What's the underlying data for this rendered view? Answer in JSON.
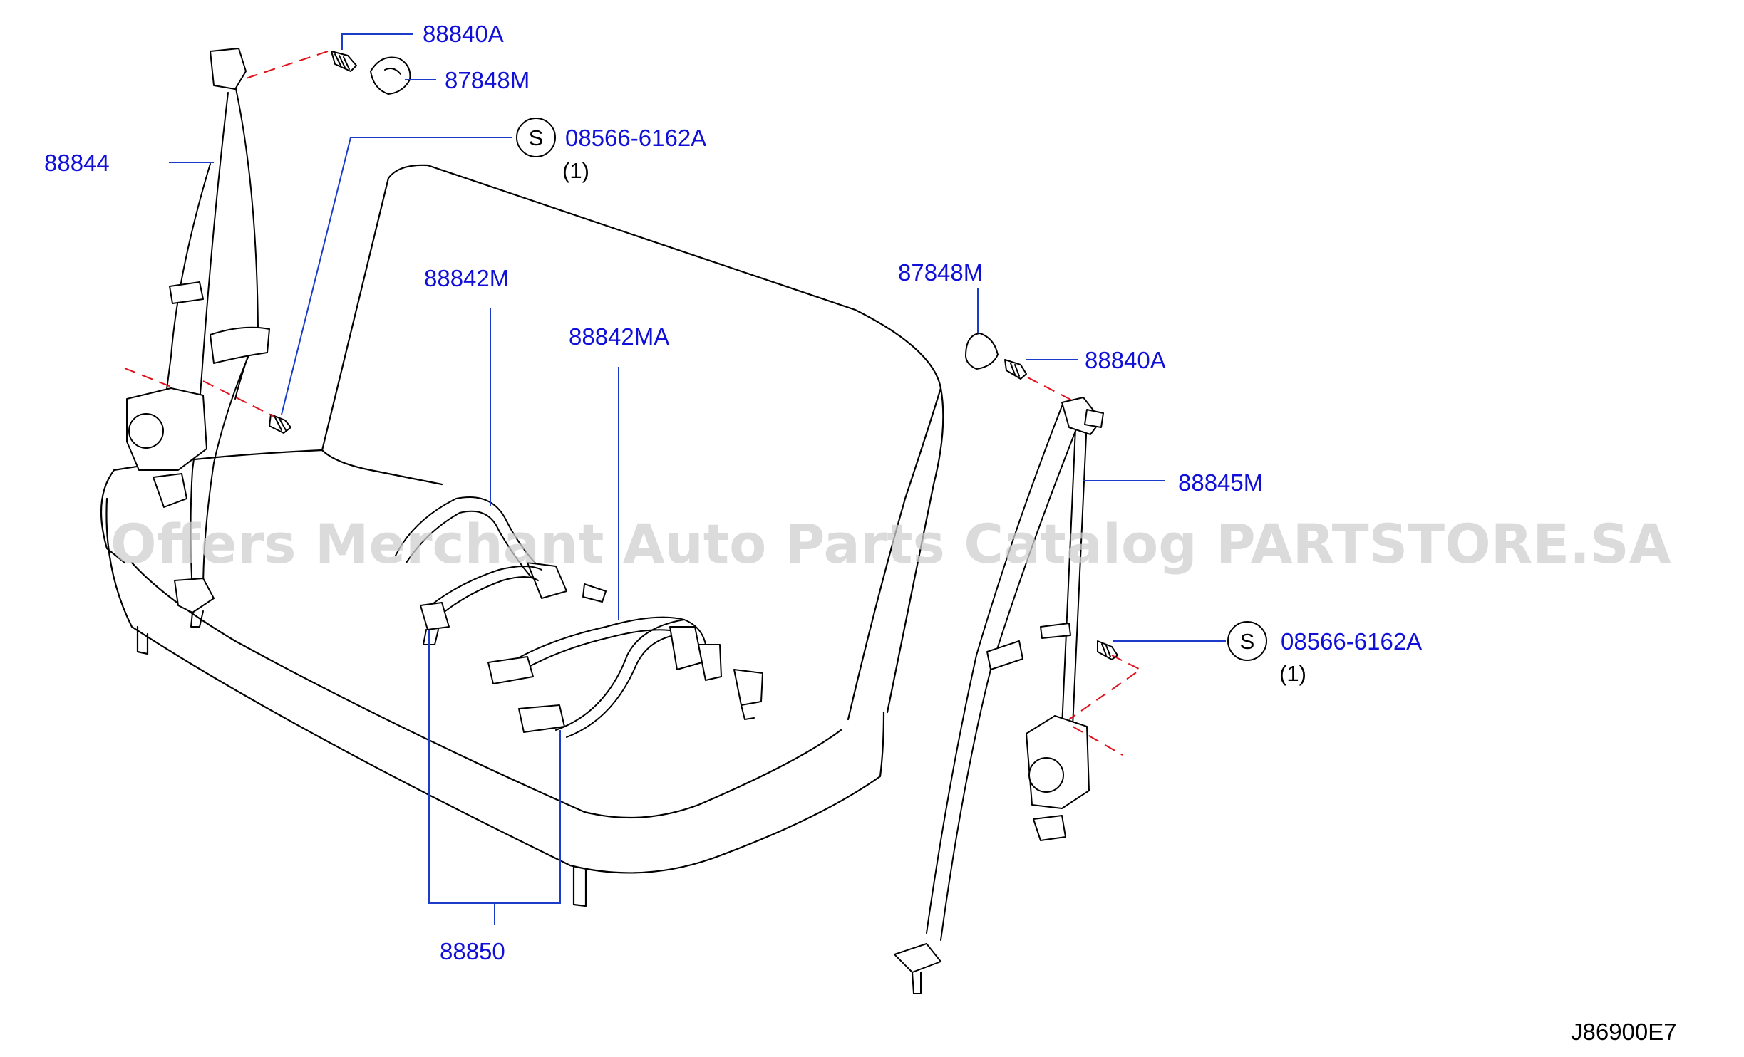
{
  "labels": {
    "p88840a_top": "88840A",
    "p87848m_top": "87848M",
    "p08566_top": "08566-6162A",
    "p08566_top_qty": "(1)",
    "p88844": "88844",
    "p88842m": "88842M",
    "p88842ma": "88842MA",
    "p87848m_right": "87848M",
    "p88840a_right": "88840A",
    "p88845m": "88845M",
    "p08566_right": "08566-6162A",
    "p08566_right_qty": "(1)",
    "p88850": "88850",
    "s_symbol": "S"
  },
  "diagram_code": "J86900E7",
  "watermark": "Offers Merchant Auto Parts Catalog PARTSTORE.SA",
  "colors": {
    "label": "#1010d8",
    "leader": "#1a3cc8",
    "dashed_line": "#e0101a",
    "linework": "#000000",
    "watermark": "#cfcfcf"
  }
}
